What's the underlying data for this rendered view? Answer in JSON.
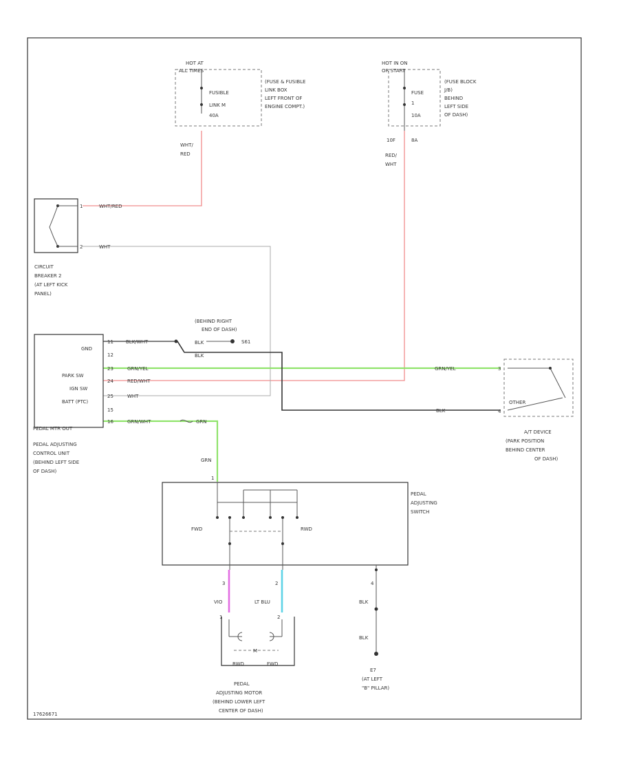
{
  "colors": {
    "red_wire": "#f08c8c",
    "green_wire": "#8fe36a",
    "black_wire": "#333333",
    "violet_wire": "#e26de2",
    "blue_wire": "#5fd3e6",
    "gray_wire": "#aaaaaa"
  },
  "fuse1": {
    "hot_label_1": "HOT AT",
    "hot_label_2": "ALL TIMES",
    "fuse_name": "FUSIBLE",
    "fuse_id": "LINK M",
    "fuse_rating": "40A",
    "location_1": "(FUSE & FUSIBLE",
    "location_2": "LINK BOX",
    "location_3": "LEFT FRONT OF",
    "location_4": "ENGINE COMPT.)",
    "wire_1": "WHT/",
    "wire_2": "RED"
  },
  "fuse2": {
    "hot_label_1": "HOT IN ON",
    "hot_label_2": "OR START",
    "fuse_name": "FUSE",
    "fuse_id": "1",
    "fuse_rating": "10A",
    "location_1": "(FUSE BLOCK",
    "location_2": "J/B)",
    "location_3": "BEHIND",
    "location_4": "LEFT SIDE",
    "location_5": "OF DASH)",
    "pin_left": "10F",
    "pin_right": "8A",
    "wire_1": "RED/",
    "wire_2": "WHT"
  },
  "breaker": {
    "pin1": "1",
    "pin1_wire": "WHT/RED",
    "pin2": "2",
    "pin2_wire": "WHT",
    "label_1": "CIRCUIT",
    "label_2": "BREAKER 2",
    "label_3": "(AT LEFT KICK",
    "label_4": "PANEL)"
  },
  "control_unit": {
    "pin_gnd_label": "GND",
    "pin_gnd_num": "11",
    "pin_12": "12",
    "pin_park_label": "PARK SW",
    "pin_park_num": "23",
    "pin_ign_label": "IGN SW",
    "pin_ign_num": "24",
    "pin_batt_label": "BATT (PTC)",
    "pin_batt_num": "25",
    "pin_15": "15",
    "pin_out_label": "PEDAL MTR OUT",
    "pin_out_num": "16",
    "wire_gnd": "BLK/WHT",
    "wire_park": "GRN/YEL",
    "wire_ign": "RED/WHT",
    "wire_batt": "WHT",
    "wire_out": "GRN/WHT",
    "wire_out2": "GRN",
    "label_1": "PEDAL ADJUSTING",
    "label_2": "CONTROL UNIT",
    "label_3": "(BEHIND LEFT SIDE",
    "label_4": "OF DASH)"
  },
  "ground_splice": {
    "label_1": "(BEHIND RIGHT",
    "label_2": "END OF DASH)",
    "wire_a": "BLK",
    "wire_b": "BLK",
    "splice": "S61"
  },
  "at_device": {
    "wire_green": "GRN/YEL",
    "wire_black": "BLK",
    "pin_top": "3",
    "pin_bottom": "4",
    "other_label": "OTHER",
    "label_1": "A/T DEVICE",
    "label_2": "(PARK POSITION",
    "label_3": "BEHIND CENTER",
    "label_4": "OF DASH)"
  },
  "pedal_switch": {
    "input_wire": "GRN",
    "pin_in": "1",
    "fwd": "FWD",
    "rwd": "RWD",
    "label_1": "PEDAL",
    "label_2": "ADJUSTING",
    "label_3": "SWITCH",
    "pin_a": "3",
    "pin_b": "2",
    "pin_c": "4",
    "wire_a": "VIO",
    "wire_b": "LT BLU",
    "wire_c": "BLK",
    "wire_c2": "BLK"
  },
  "motor": {
    "pin_1": "1",
    "pin_2": "2",
    "fwd": "FWD",
    "rwd": "RWD",
    "symbol": "M",
    "label_1": "PEDAL",
    "label_2": "ADJUSTING MOTOR",
    "label_3": "(BEHIND LOWER LEFT",
    "label_4": "CENTER OF DASH)"
  },
  "ground": {
    "id": "E7",
    "label_1": "(AT LEFT",
    "label_2": "\"B\" PILLAR)"
  },
  "footer": {
    "code": "17626671"
  }
}
